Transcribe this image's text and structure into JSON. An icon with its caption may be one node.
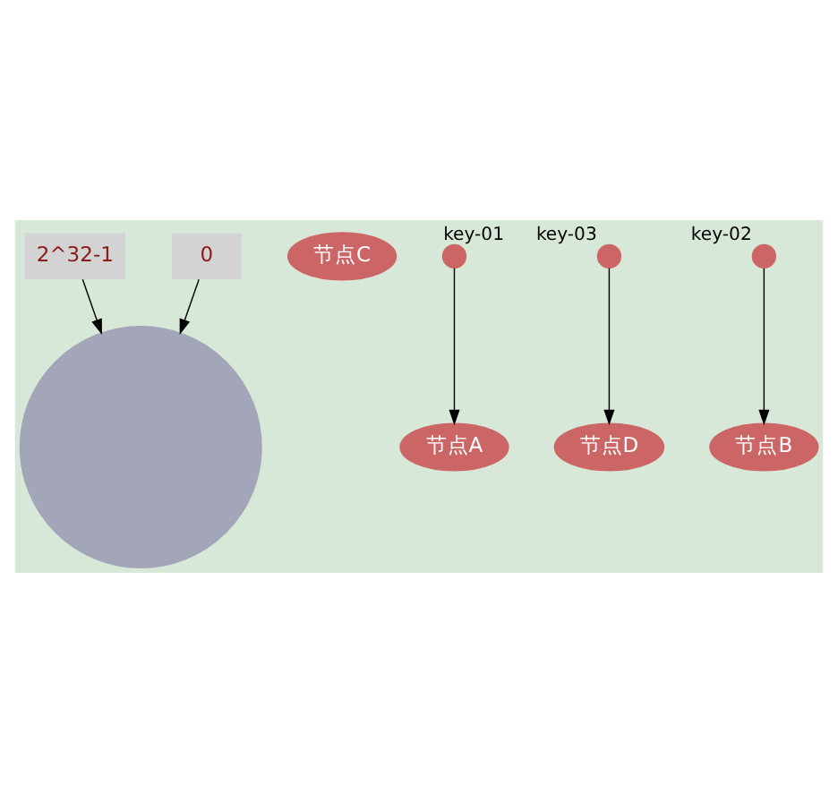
{
  "diagram": {
    "nodes": [
      {
        "text": [],
        "shape": "circle"
      },
      {
        "text": [
          "2^32-1"
        ]
      },
      {
        "text": [
          "0"
        ]
      },
      {
        "text": [
          "节点C"
        ]
      },
      {
        "text": [],
        "shape": "circle",
        "beside": [
          "key-01"
        ]
      },
      {
        "text": [
          "节点A"
        ]
      },
      {
        "text": [
          "节点D"
        ]
      },
      {
        "text": [],
        "shape": "circle",
        "beside": [
          "key-03"
        ]
      },
      {
        "text": [],
        "shape": "circle",
        "beside": [
          "key-02"
        ]
      },
      {
        "text": [
          "节点B"
        ]
      }
    ],
    "edges": [
      {
        "from": 1,
        "to": 0,
        "arrow": "to"
      },
      {
        "from": 2,
        "to": 0,
        "arrow": "to"
      },
      {
        "from": 4,
        "to": 5,
        "arrow": "to"
      },
      {
        "from": 8,
        "to": 9,
        "arrow": "to"
      },
      {
        "from": 7,
        "to": 6,
        "arrow": "to"
      }
    ]
  }
}
